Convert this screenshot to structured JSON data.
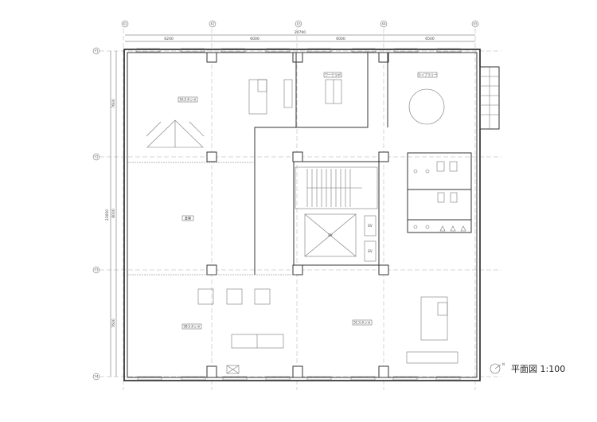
{
  "grid_axes": {
    "x": [
      "X1",
      "X2",
      "X3",
      "X4",
      "X5"
    ],
    "y": [
      "Y1",
      "Y2",
      "Y3",
      "Y4"
    ]
  },
  "dimensions": {
    "total_width": "24700",
    "x_spans": [
      "6200",
      "6000",
      "6000",
      "6500"
    ],
    "total_depth": "23000",
    "y_spans": [
      "7600",
      "8000",
      "7600"
    ]
  },
  "rooms": {
    "studio_5a": "5Aスタジオ",
    "work_lab": "ワークラボ",
    "library": "ライブラリー",
    "storage": "倉庫",
    "studio_5b": "5Bスタジオ",
    "studio_5c": "5Cスタジオ",
    "ev_main": "EV",
    "ev_1": "EV",
    "ev_2": "EV"
  },
  "north_label": "N",
  "drawing_title": "平面図 1:100"
}
